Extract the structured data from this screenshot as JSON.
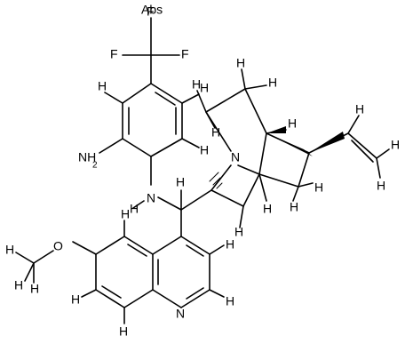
{
  "structure": {
    "label_f1": "F",
    "label_f2": "F",
    "label_f3": "F",
    "label_abs": "Abs",
    "label_nh2": "NH",
    "label_nh2_sub": "2",
    "label_nh_amine_h": "H",
    "label_nh_amine_n": "N",
    "label_n_bridge": "N",
    "label_n_quinoline": "N",
    "label_o_methoxy": "O",
    "label_h": "H"
  }
}
